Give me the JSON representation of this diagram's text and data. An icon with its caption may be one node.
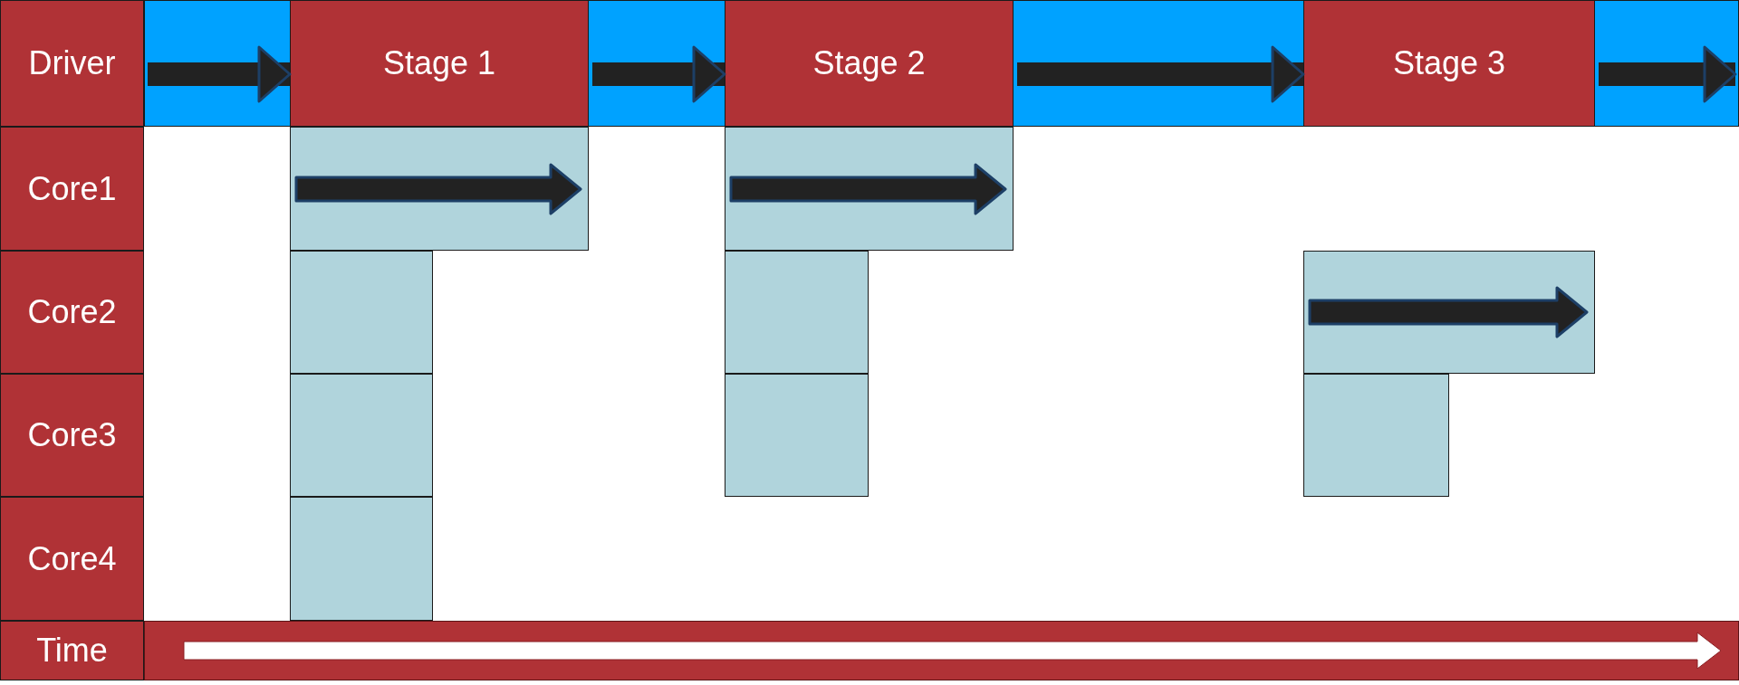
{
  "diagram": {
    "nodes": [
      {
        "text": [
          "Driver"
        ]
      },
      {
        "text": [
          "Stage 1"
        ]
      },
      {
        "text": [
          "Stage 2"
        ]
      },
      {
        "text": [
          "Stage 3"
        ]
      },
      {
        "text": [
          "Core1"
        ]
      },
      {
        "text": [],
        "shape": "box"
      },
      {
        "text": [],
        "shape": "box"
      },
      {
        "text": [
          "Core2"
        ]
      },
      {
        "text": [],
        "shape": "box"
      },
      {
        "text": [],
        "shape": "box"
      },
      {
        "text": [],
        "shape": "box"
      },
      {
        "text": [
          "Core3"
        ]
      },
      {
        "text": [],
        "shape": "box"
      },
      {
        "text": [],
        "shape": "box"
      },
      {
        "text": [],
        "shape": "box"
      },
      {
        "text": [
          "Core4"
        ]
      },
      {
        "text": [],
        "shape": "box"
      },
      {
        "text": [
          "Time"
        ]
      },
      {
        "text": [],
        "shape": "bar"
      },
      {
        "text": [],
        "shape": "arrow",
        "in": 5
      },
      {
        "text": [],
        "shape": "arrow",
        "in": 6
      },
      {
        "text": [],
        "shape": "arrow",
        "in": 10
      }
    ],
    "edges": [
      {
        "from": 0,
        "to": 1,
        "arrow": "to"
      },
      {
        "from": 1,
        "to": 2,
        "arrow": "to"
      },
      {
        "from": 2,
        "to": 3,
        "arrow": "to"
      },
      {
        "from": 3,
        "to": null,
        "arrow": "to"
      }
    ]
  }
}
